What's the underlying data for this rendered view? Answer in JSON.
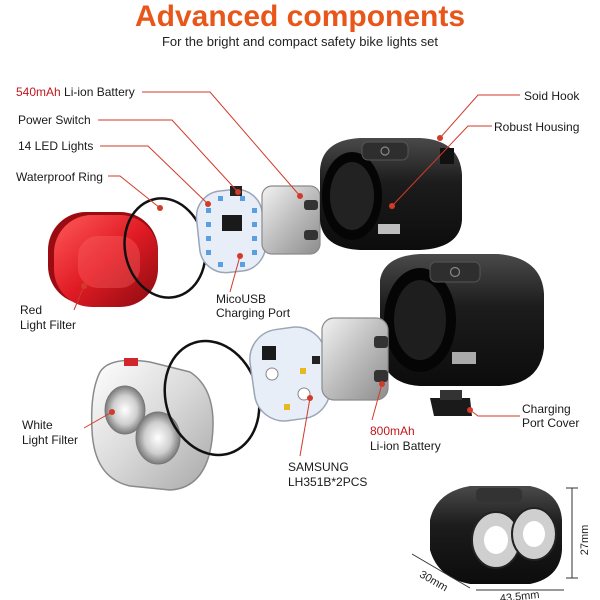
{
  "header": {
    "title": "Advanced components",
    "subtitle": "For the bright and compact safety bike lights set"
  },
  "labels": {
    "battery_540_capacity": "540mAh",
    "battery_540_type": "Li-ion Battery",
    "power_switch": "Power Switch",
    "led_lights": "14 LED Lights",
    "waterproof_ring": "Waterproof Ring",
    "red_filter_line1": "Red",
    "red_filter_line2": "Light Filter",
    "white_filter_line1": "White",
    "white_filter_line2": "Light Filter",
    "micro_usb_line1": "MicoUSB",
    "micro_usb_line2": "Charging Port",
    "solid_hook": "Soid Hook",
    "robust_housing": "Robust Housing",
    "battery_800_line1": "800mAh",
    "battery_800_line2": "Li-ion Battery",
    "charging_cover_line1": "Charging",
    "charging_cover_line2": "Port Cover",
    "samsung_line1": "SAMSUNG",
    "samsung_line2": "LH351B*2PCS",
    "dim_height": "27mm",
    "dim_depth": "30mm",
    "dim_width": "43.5mm"
  },
  "colors": {
    "title_orange": "#e8561a",
    "accent_red": "#c0181e",
    "leader_line": "#d23a2a",
    "housing_black": "#1c1c1c",
    "filter_red": "#e01b24"
  }
}
